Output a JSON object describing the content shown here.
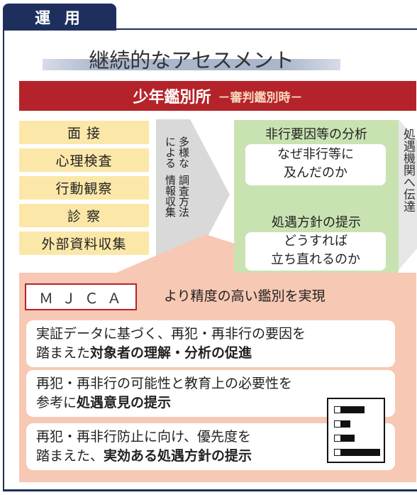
{
  "tab_label": "運 用",
  "title": "継続的なアセスメント",
  "banner": {
    "main": "少年鑑別所",
    "sub": "－審判鑑別時－"
  },
  "methods": [
    "面 接",
    "心理検査",
    "行動観察",
    "診 察",
    "外部資料収集"
  ],
  "arrow_label_col1": "による",
  "arrow_label_col2": "多様な",
  "arrow_label_col3": "調査方法",
  "arrow_label_col4": "情報収集",
  "arrow_label": "多様な調査方法による情報収集",
  "analysis": {
    "heading1": "非行要因等の分析",
    "box1_line1": "なぜ非行等に",
    "box1_line2": "及んだのか",
    "heading2": "処遇方針の提示",
    "box2_line1": "どうすれば",
    "box2_line2": "立ち直れるのか"
  },
  "cutoff_text": "処遇機関へ伝達",
  "mjca": {
    "label": "ＭＪＣＡ",
    "caption": "より精度の高い鑑別を実現"
  },
  "benefits": [
    {
      "line1": "実証データに基づく、再犯・再非行の要因を",
      "line2_plain": "踏まえた",
      "line2_bold": "対象者の理解・分析の促進"
    },
    {
      "line1": "再犯・再非行の可能性と教育上の必要性を",
      "line2_plain": "参考に",
      "line2_bold": "処遇意見の提示"
    },
    {
      "line1": "再犯・再非行防止に向け、優先度を",
      "line2_plain": "踏まえた、",
      "line2_bold": "実効ある処遇方針の提示"
    }
  ],
  "colors": {
    "navy": "#1e2f5e",
    "red": "#b5232a",
    "yellow": "#fbe7a8",
    "green": "#c8e3b1",
    "salmon": "#f7c8b3"
  },
  "icons": [
    "document-checklist-icon",
    "arrow-right-icon"
  ]
}
